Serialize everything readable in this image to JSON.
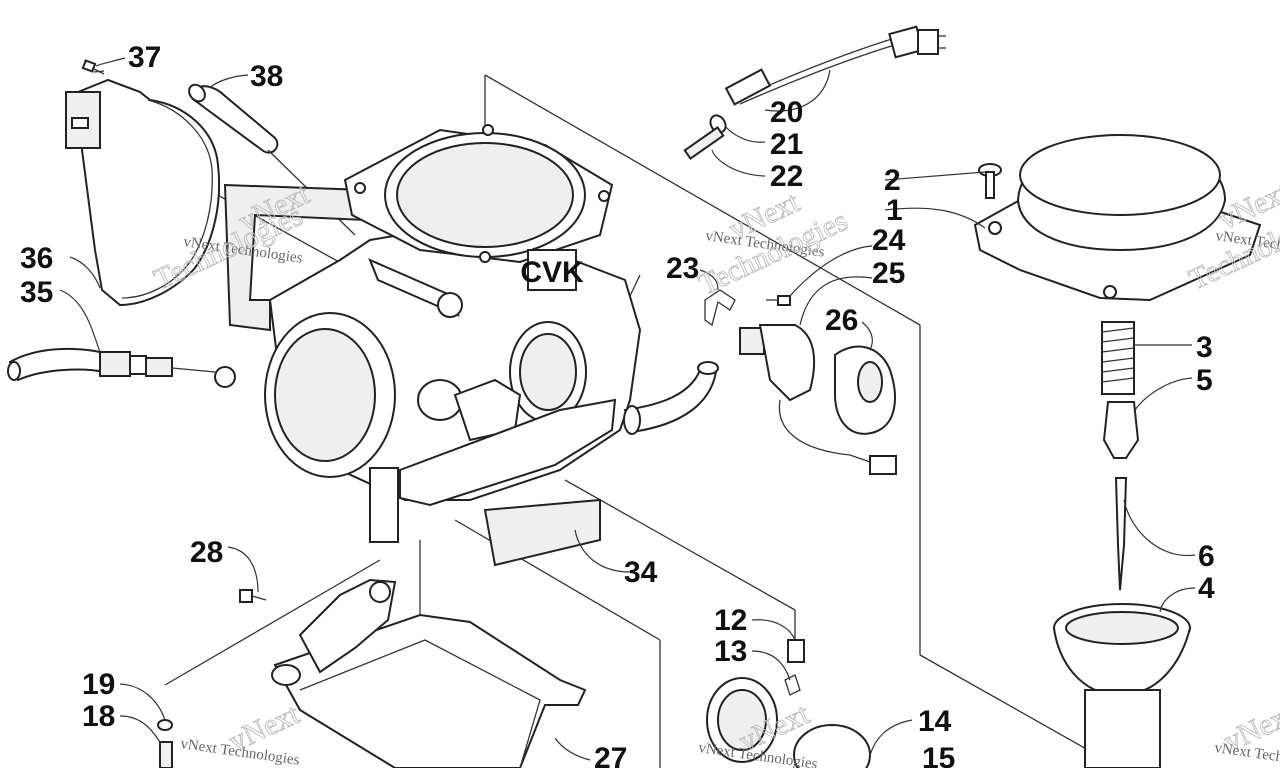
{
  "callouts": {
    "c1": "1",
    "c2": "2",
    "c3": "3",
    "c4": "4",
    "c5": "5",
    "c6": "6",
    "c12": "12",
    "c13": "13",
    "c14": "14",
    "c15": "15",
    "c18": "18",
    "c19": "19",
    "c20": "20",
    "c21": "21",
    "c22": "22",
    "c23": "23",
    "c24": "24",
    "c25": "25",
    "c26": "26",
    "c27": "27",
    "c28": "28",
    "c34": "34",
    "c35": "35",
    "c36": "36",
    "c37": "37",
    "c38": "38"
  },
  "body_stamp": "CVK",
  "watermark": {
    "brand": "vNext",
    "company": "vNext Technologies",
    "word": "Technologies"
  }
}
